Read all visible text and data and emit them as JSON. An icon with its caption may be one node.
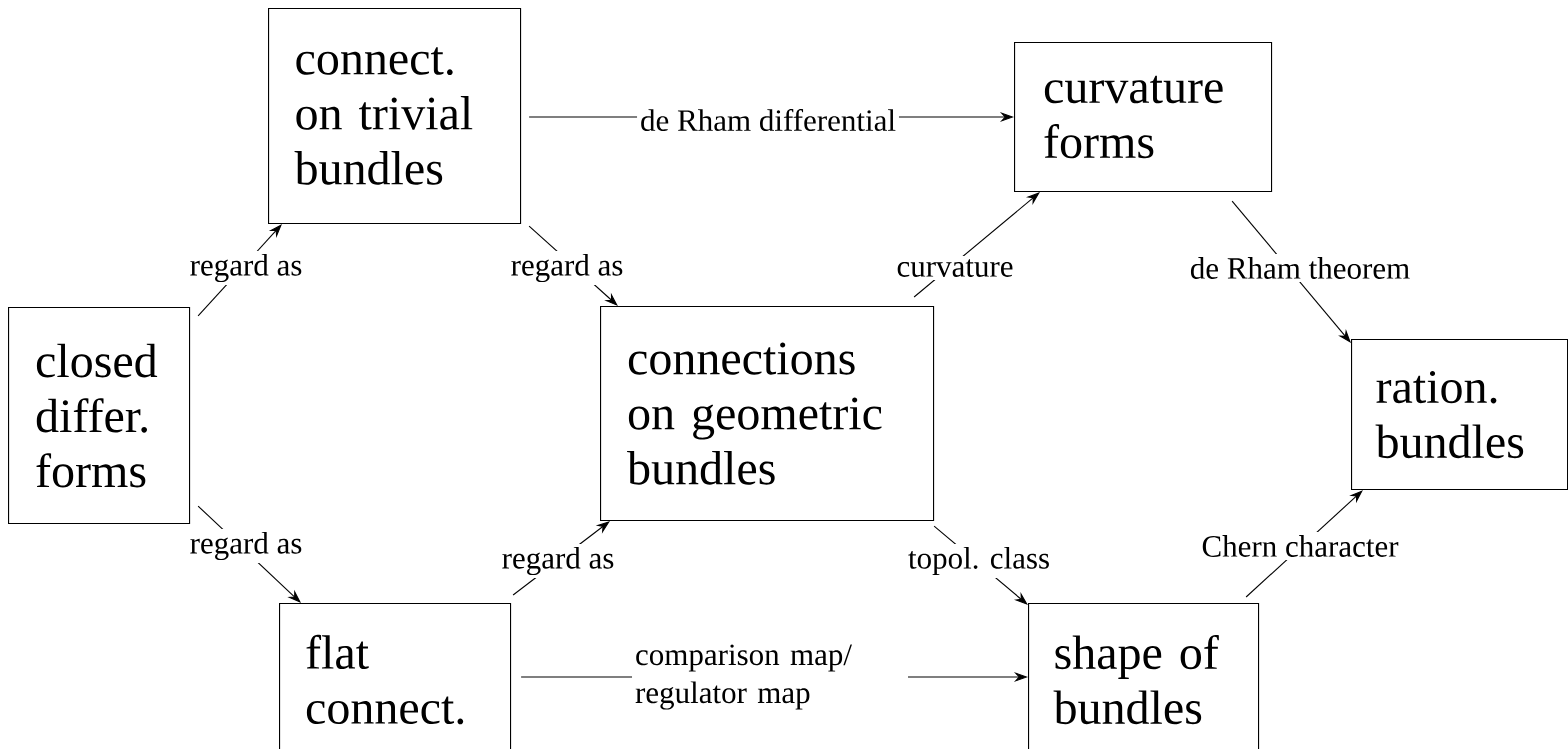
{
  "diagram": {
    "nodes": [
      {
        "text": [
          "closed differ. forms"
        ]
      },
      {
        "text": [
          "connect. on trivial bundles"
        ]
      },
      {
        "text": [
          "curvature forms"
        ]
      },
      {
        "text": [
          "connections on geometric bundles"
        ]
      },
      {
        "text": [
          "ration. bundles"
        ]
      },
      {
        "text": [
          "flat connect."
        ]
      },
      {
        "text": [
          "shape of bundles"
        ]
      }
    ],
    "edges": [
      {
        "from": 0,
        "to": 1,
        "arrow": "to",
        "label": "regard as"
      },
      {
        "from": 1,
        "to": 3,
        "arrow": "to",
        "label": "regard as"
      },
      {
        "from": 3,
        "to": 2,
        "arrow": "to",
        "label": "curvature"
      },
      {
        "from": 2,
        "to": 4,
        "arrow": "to",
        "label": "de Rham theorem"
      },
      {
        "from": 1,
        "to": 2,
        "arrow": "to",
        "label": "de Rham differential"
      },
      {
        "from": 0,
        "to": 5,
        "arrow": "to",
        "label": "regard as"
      },
      {
        "from": 5,
        "to": 3,
        "arrow": "to",
        "label": "regard as"
      },
      {
        "from": 3,
        "to": 6,
        "arrow": "to",
        "label": "topol. class"
      },
      {
        "from": 5,
        "to": 6,
        "arrow": "to",
        "label": "comparison map/ regulator map"
      },
      {
        "from": 6,
        "to": 4,
        "arrow": "to",
        "label": "Chern character"
      }
    ]
  }
}
